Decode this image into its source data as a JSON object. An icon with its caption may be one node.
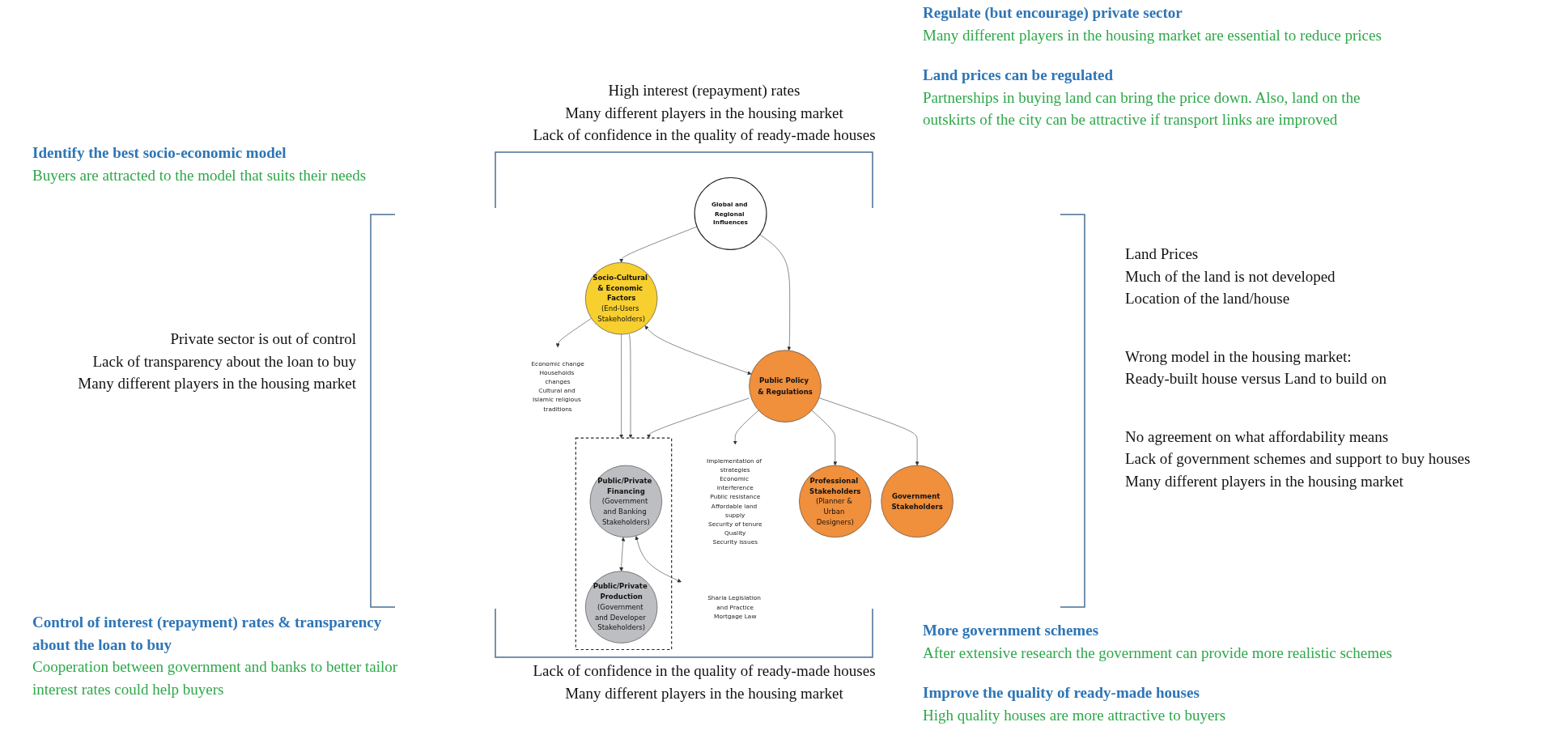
{
  "diagram": {
    "nodes": [
      {
        "text": [
          "Socio-Cultural & Economic Factors",
          "(End-Users Stakeholders)"
        ]
      },
      {
        "text": [
          "Global and Regional Influences"
        ]
      },
      {
        "text": [
          "Economic change",
          "Households changes",
          "Cultural and Islamic religious traditions"
        ]
      },
      {
        "text": [],
        "shape": "cloud"
      },
      {
        "text": [
          "Public/Private Financing",
          "(Government and Banking Stakeholders)"
        ],
        "in": 3
      },
      {
        "text": [
          "Public/Private Production",
          "(Government and Developer Stakeholders)"
        ],
        "in": 3
      },
      {
        "text": [
          "Public Policy & Regulations"
        ]
      },
      {
        "text": [
          "Implementation of strategies",
          "Economic interference",
          "Public resistance",
          "Affordable land supply",
          "Security of tenure",
          "Quality",
          "Security issues"
        ]
      },
      {
        "text": [
          "Professional Stakeholders",
          "(Planner & Urban Designers)"
        ]
      },
      {
        "text": [
          "Government Stakeholders"
        ]
      },
      {
        "text": [
          "Sharia Legislation and Practice",
          "Mortgage Law"
        ]
      }
    ],
    "edges": [
      {
        "from": 1,
        "to": 0,
        "arrow": "to"
      },
      {
        "from": 0,
        "to": 2,
        "arrow": "to"
      },
      {
        "from": 0,
        "to": 3,
        "arrow": "to"
      },
      {
        "from": 0,
        "to": 3,
        "arrow": "to"
      },
      {
        "from": 0,
        "to": 6,
        "arrow": "both"
      },
      {
        "from": 1,
        "to": 6,
        "arrow": "to"
      },
      {
        "from": 6,
        "to": 7,
        "arrow": "to"
      },
      {
        "from": 6,
        "to": 3,
        "arrow": "to"
      },
      {
        "from": 6,
        "to": 8,
        "arrow": "to"
      },
      {
        "from": 6,
        "to": 9,
        "arrow": "to"
      },
      {
        "from": 4,
        "to": 5,
        "arrow": "both"
      },
      {
        "from": 4,
        "to": 10,
        "arrow": "both"
      }
    ],
    "labels": [
      "High interest (repayment) rates",
      "Many different players in the housing market",
      "Lack of confidence in the quality of ready-made houses",
      "Regulate (but encourage) private sector",
      "Many different players in the housing market are essential to reduce prices",
      "Land prices can be regulated",
      "Partnerships in buying land can bring the price down. Also, land on the outskirts of the city can be attractive if transport links are improved",
      "Identify the best socio-economic model",
      "Buyers are attracted to the model that suits their needs",
      "Private sector is out of control",
      "Lack of transparency about the loan to buy",
      "Many different players in the housing market",
      "Land Prices",
      "Much of the land is not developed",
      "Location of the land/house",
      "Wrong model in the housing market:",
      "Ready-built house versus Land to build on",
      "No agreement on what affordability means",
      "Lack of government schemes and support to buy houses",
      "Many different players in the housing market",
      "Control of interest (repayment) rates & transparency about the loan to buy",
      "Cooperation between government and banks to better tailor interest rates could help buyers",
      "Lack of confidence in the quality of ready-made houses",
      "Many different players in the housing market",
      "More government schemes",
      "After extensive research the government can provide more realistic schemes",
      "Improve the quality of ready-made houses",
      "High quality houses are more attractive to buyers"
    ]
  }
}
